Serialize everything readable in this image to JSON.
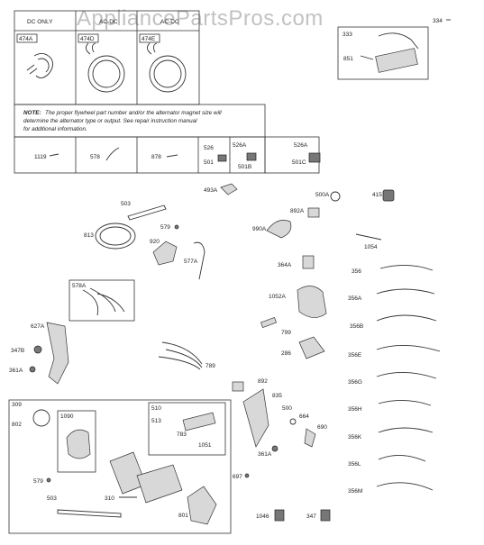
{
  "watermark": "AppliancePartsPros.com",
  "header_boxes": {
    "dc_only": "DC ONLY",
    "ac_dc": "AC-DC",
    "ac_dc_2": "AC-DC"
  },
  "note": {
    "prefix": "NOTE:",
    "line1": "The proper flywheel part number and/or the alternator magnet size will",
    "line2": "determine the alternator type or output. See repair instruction manual",
    "line3": "for additional information."
  },
  "parts": {
    "p474A": "474A",
    "p474D": "474D",
    "p474E": "474E",
    "p334": "334",
    "p333": "333",
    "p851": "851",
    "p1119": "1119",
    "p578": "578",
    "p878": "878",
    "p526": "526",
    "p501": "501",
    "p526A": "526A",
    "p501B": "501B",
    "p526A2": "526A",
    "p501C": "501C",
    "p493A": "493A",
    "p500A": "500A",
    "p415": "415",
    "p503": "503",
    "p892A": "892A",
    "p990A": "990A",
    "p813": "813",
    "p579": "579",
    "p920": "920",
    "p577A": "577A",
    "p1054": "1054",
    "p364A": "364A",
    "p356": "356",
    "p578A": "578A",
    "p1052A": "1052A",
    "p356A": "356A",
    "p627A": "627A",
    "p799": "799",
    "p356B": "356B",
    "p347B": "347B",
    "p286": "286",
    "p356E": "356E",
    "p361A": "361A",
    "p789": "789",
    "p892": "892",
    "p356G": "356G",
    "p835": "835",
    "p309": "309",
    "p510": "510",
    "p500": "500",
    "p356H": "356H",
    "p802": "802",
    "p1090": "1090",
    "p513": "513",
    "p664": "664",
    "p690": "690",
    "p783": "783",
    "p356K": "356K",
    "p1051": "1051",
    "p361A2": "361A",
    "p356L": "356L",
    "p579b": "579",
    "p697": "697",
    "p356M": "356M",
    "p503b": "503",
    "p310": "310",
    "p801": "801",
    "p1046": "1046",
    "p347": "347"
  }
}
